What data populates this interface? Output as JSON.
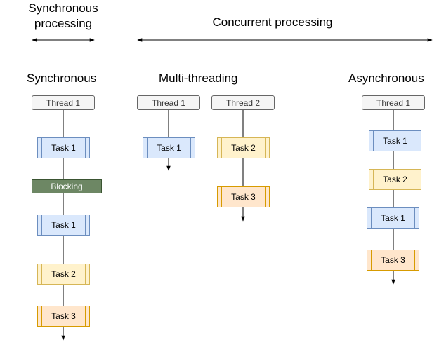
{
  "headers": {
    "sync_processing_line1": "Synchronous",
    "sync_processing_line2": "processing",
    "concurrent_processing": "Concurrent processing"
  },
  "columns": {
    "synchronous": "Synchronous",
    "multithreading": "Multi-threading",
    "asynchronous": "Asynchronous"
  },
  "threads": {
    "sync_thread": "Thread 1",
    "mt_thread1": "Thread 1",
    "mt_thread2": "Thread 2",
    "async_thread": "Thread 1"
  },
  "sync_tasks": [
    "Task 1",
    "Blocking",
    "Task 1",
    "Task 2",
    "Task 3"
  ],
  "mt_thread1_tasks": [
    "Task 1"
  ],
  "mt_thread2_tasks": [
    "Task 2",
    "Task 3"
  ],
  "async_tasks": [
    "Task 1",
    "Task 2",
    "Task 1",
    "Task 3"
  ],
  "colors": {
    "task1": "#dae8fc",
    "task2": "#fff2cc",
    "task3": "#ffe6cc",
    "blocking": "#6d8764",
    "thread": "#f5f5f5"
  }
}
